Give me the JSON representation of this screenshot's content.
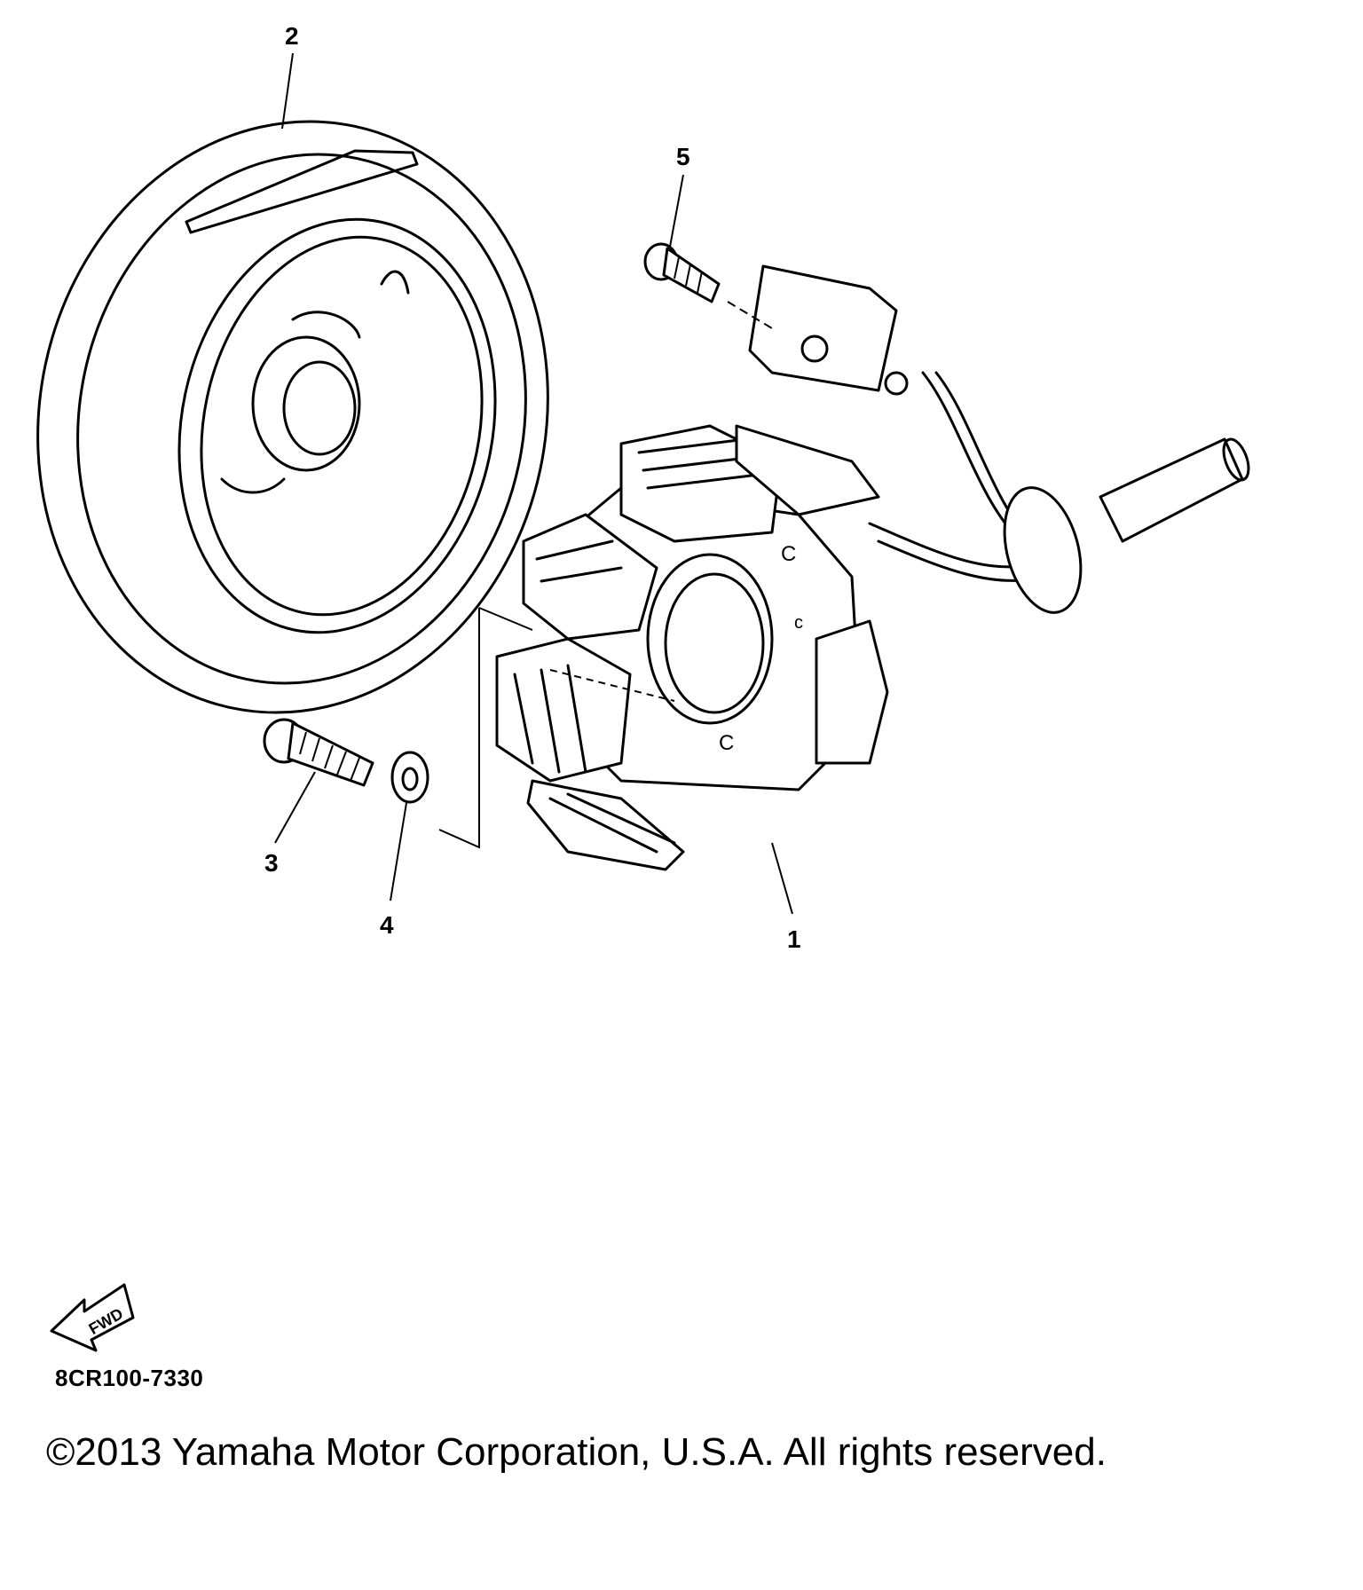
{
  "diagram": {
    "callouts": [
      "1",
      "2",
      "3",
      "4",
      "5"
    ],
    "fwd_label": "FWD",
    "reference_code": "8CR100-7330",
    "copyright": "©2013 Yamaha Motor Corporation, U.S.A. All rights reserved."
  }
}
